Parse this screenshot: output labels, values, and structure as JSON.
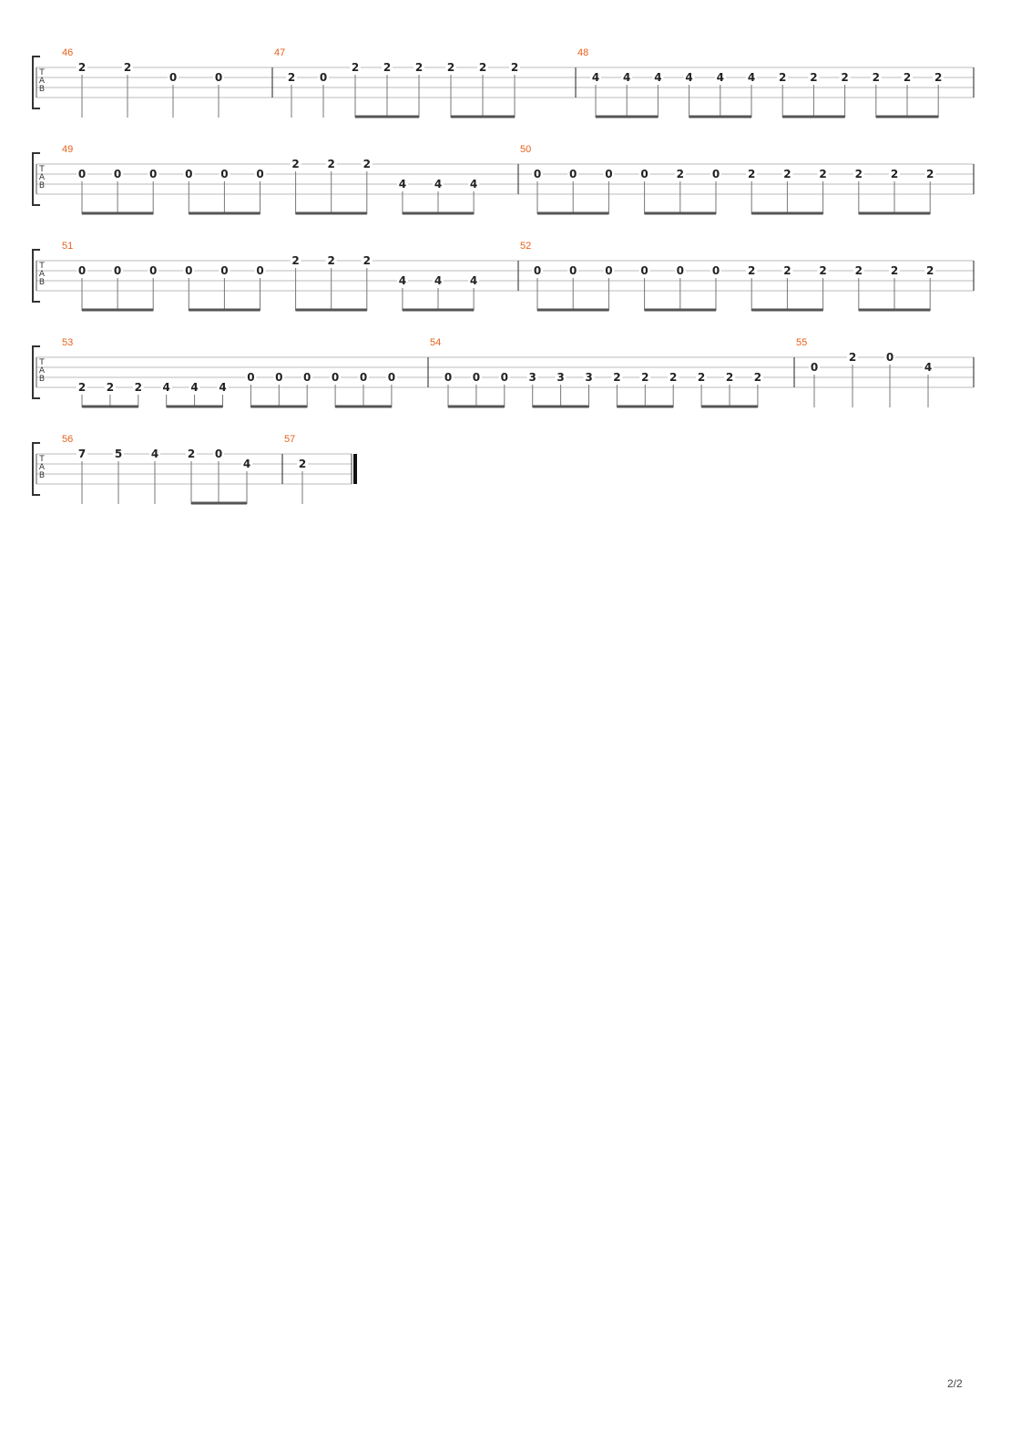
{
  "page_number": "2/2",
  "tab_letters": [
    "T",
    "A",
    "B"
  ],
  "colors": {
    "bar_number": "#e8601c",
    "staff_line": "#bbbbbb",
    "ink": "#222222"
  },
  "measures": [
    {
      "number": "46",
      "notes": [
        {
          "string": 1,
          "fret": "2"
        },
        {
          "string": 1,
          "fret": "2"
        },
        {
          "string": 2,
          "fret": "0"
        },
        {
          "string": 2,
          "fret": "0"
        }
      ]
    },
    {
      "number": "47",
      "notes": [
        {
          "string": 2,
          "fret": "2"
        },
        {
          "string": 2,
          "fret": "0"
        },
        {
          "string": 1,
          "fret": "2"
        },
        {
          "string": 1,
          "fret": "2"
        },
        {
          "string": 1,
          "fret": "2"
        },
        {
          "string": 1,
          "fret": "2"
        },
        {
          "string": 1,
          "fret": "2"
        },
        {
          "string": 1,
          "fret": "2"
        }
      ]
    },
    {
      "number": "48",
      "notes": [
        {
          "string": 2,
          "fret": "4"
        },
        {
          "string": 2,
          "fret": "4"
        },
        {
          "string": 2,
          "fret": "4"
        },
        {
          "string": 2,
          "fret": "4"
        },
        {
          "string": 2,
          "fret": "4"
        },
        {
          "string": 2,
          "fret": "4"
        },
        {
          "string": 2,
          "fret": "2"
        },
        {
          "string": 2,
          "fret": "2"
        },
        {
          "string": 2,
          "fret": "2"
        },
        {
          "string": 2,
          "fret": "2"
        },
        {
          "string": 2,
          "fret": "2"
        },
        {
          "string": 2,
          "fret": "2"
        }
      ]
    },
    {
      "number": "49",
      "notes": [
        {
          "string": 2,
          "fret": "0"
        },
        {
          "string": 2,
          "fret": "0"
        },
        {
          "string": 2,
          "fret": "0"
        },
        {
          "string": 2,
          "fret": "0"
        },
        {
          "string": 2,
          "fret": "0"
        },
        {
          "string": 2,
          "fret": "0"
        },
        {
          "string": 1,
          "fret": "2"
        },
        {
          "string": 1,
          "fret": "2"
        },
        {
          "string": 1,
          "fret": "2"
        },
        {
          "string": 3,
          "fret": "4"
        },
        {
          "string": 3,
          "fret": "4"
        },
        {
          "string": 3,
          "fret": "4"
        }
      ]
    },
    {
      "number": "50",
      "notes": [
        {
          "string": 2,
          "fret": "0"
        },
        {
          "string": 2,
          "fret": "0"
        },
        {
          "string": 2,
          "fret": "0"
        },
        {
          "string": 2,
          "fret": "0"
        },
        {
          "string": 2,
          "fret": "2"
        },
        {
          "string": 2,
          "fret": "0"
        },
        {
          "string": 2,
          "fret": "2"
        },
        {
          "string": 2,
          "fret": "2"
        },
        {
          "string": 2,
          "fret": "2"
        },
        {
          "string": 2,
          "fret": "2"
        },
        {
          "string": 2,
          "fret": "2"
        },
        {
          "string": 2,
          "fret": "2"
        }
      ]
    },
    {
      "number": "51",
      "notes": [
        {
          "string": 2,
          "fret": "0"
        },
        {
          "string": 2,
          "fret": "0"
        },
        {
          "string": 2,
          "fret": "0"
        },
        {
          "string": 2,
          "fret": "0"
        },
        {
          "string": 2,
          "fret": "0"
        },
        {
          "string": 2,
          "fret": "0"
        },
        {
          "string": 1,
          "fret": "2"
        },
        {
          "string": 1,
          "fret": "2"
        },
        {
          "string": 1,
          "fret": "2"
        },
        {
          "string": 3,
          "fret": "4"
        },
        {
          "string": 3,
          "fret": "4"
        },
        {
          "string": 3,
          "fret": "4"
        }
      ]
    },
    {
      "number": "52",
      "notes": [
        {
          "string": 2,
          "fret": "0"
        },
        {
          "string": 2,
          "fret": "0"
        },
        {
          "string": 2,
          "fret": "0"
        },
        {
          "string": 2,
          "fret": "0"
        },
        {
          "string": 2,
          "fret": "0"
        },
        {
          "string": 2,
          "fret": "0"
        },
        {
          "string": 2,
          "fret": "2"
        },
        {
          "string": 2,
          "fret": "2"
        },
        {
          "string": 2,
          "fret": "2"
        },
        {
          "string": 2,
          "fret": "2"
        },
        {
          "string": 2,
          "fret": "2"
        },
        {
          "string": 2,
          "fret": "2"
        }
      ]
    },
    {
      "number": "53",
      "notes": [
        {
          "string": 4,
          "fret": "2"
        },
        {
          "string": 4,
          "fret": "2"
        },
        {
          "string": 4,
          "fret": "2"
        },
        {
          "string": 4,
          "fret": "4"
        },
        {
          "string": 4,
          "fret": "4"
        },
        {
          "string": 4,
          "fret": "4"
        },
        {
          "string": 3,
          "fret": "0"
        },
        {
          "string": 3,
          "fret": "0"
        },
        {
          "string": 3,
          "fret": "0"
        },
        {
          "string": 3,
          "fret": "0"
        },
        {
          "string": 3,
          "fret": "0"
        },
        {
          "string": 3,
          "fret": "0"
        }
      ]
    },
    {
      "number": "54",
      "notes": [
        {
          "string": 3,
          "fret": "0"
        },
        {
          "string": 3,
          "fret": "0"
        },
        {
          "string": 3,
          "fret": "0"
        },
        {
          "string": 3,
          "fret": "3"
        },
        {
          "string": 3,
          "fret": "3"
        },
        {
          "string": 3,
          "fret": "3"
        },
        {
          "string": 3,
          "fret": "2"
        },
        {
          "string": 3,
          "fret": "2"
        },
        {
          "string": 3,
          "fret": "2"
        },
        {
          "string": 3,
          "fret": "2"
        },
        {
          "string": 3,
          "fret": "2"
        },
        {
          "string": 3,
          "fret": "2"
        }
      ]
    },
    {
      "number": "55",
      "notes": [
        {
          "string": 2,
          "fret": "0"
        },
        {
          "string": 1,
          "fret": "2"
        },
        {
          "string": 1,
          "fret": "0"
        },
        {
          "string": 2,
          "fret": "4"
        }
      ]
    },
    {
      "number": "56",
      "notes": [
        {
          "string": 1,
          "fret": "7"
        },
        {
          "string": 1,
          "fret": "5"
        },
        {
          "string": 1,
          "fret": "4"
        },
        {
          "string": 1,
          "fret": "2"
        },
        {
          "string": 1,
          "fret": "0"
        },
        {
          "string": 2,
          "fret": "4"
        }
      ]
    },
    {
      "number": "57",
      "notes": [
        {
          "string": 2,
          "fret": "2"
        }
      ]
    }
  ]
}
